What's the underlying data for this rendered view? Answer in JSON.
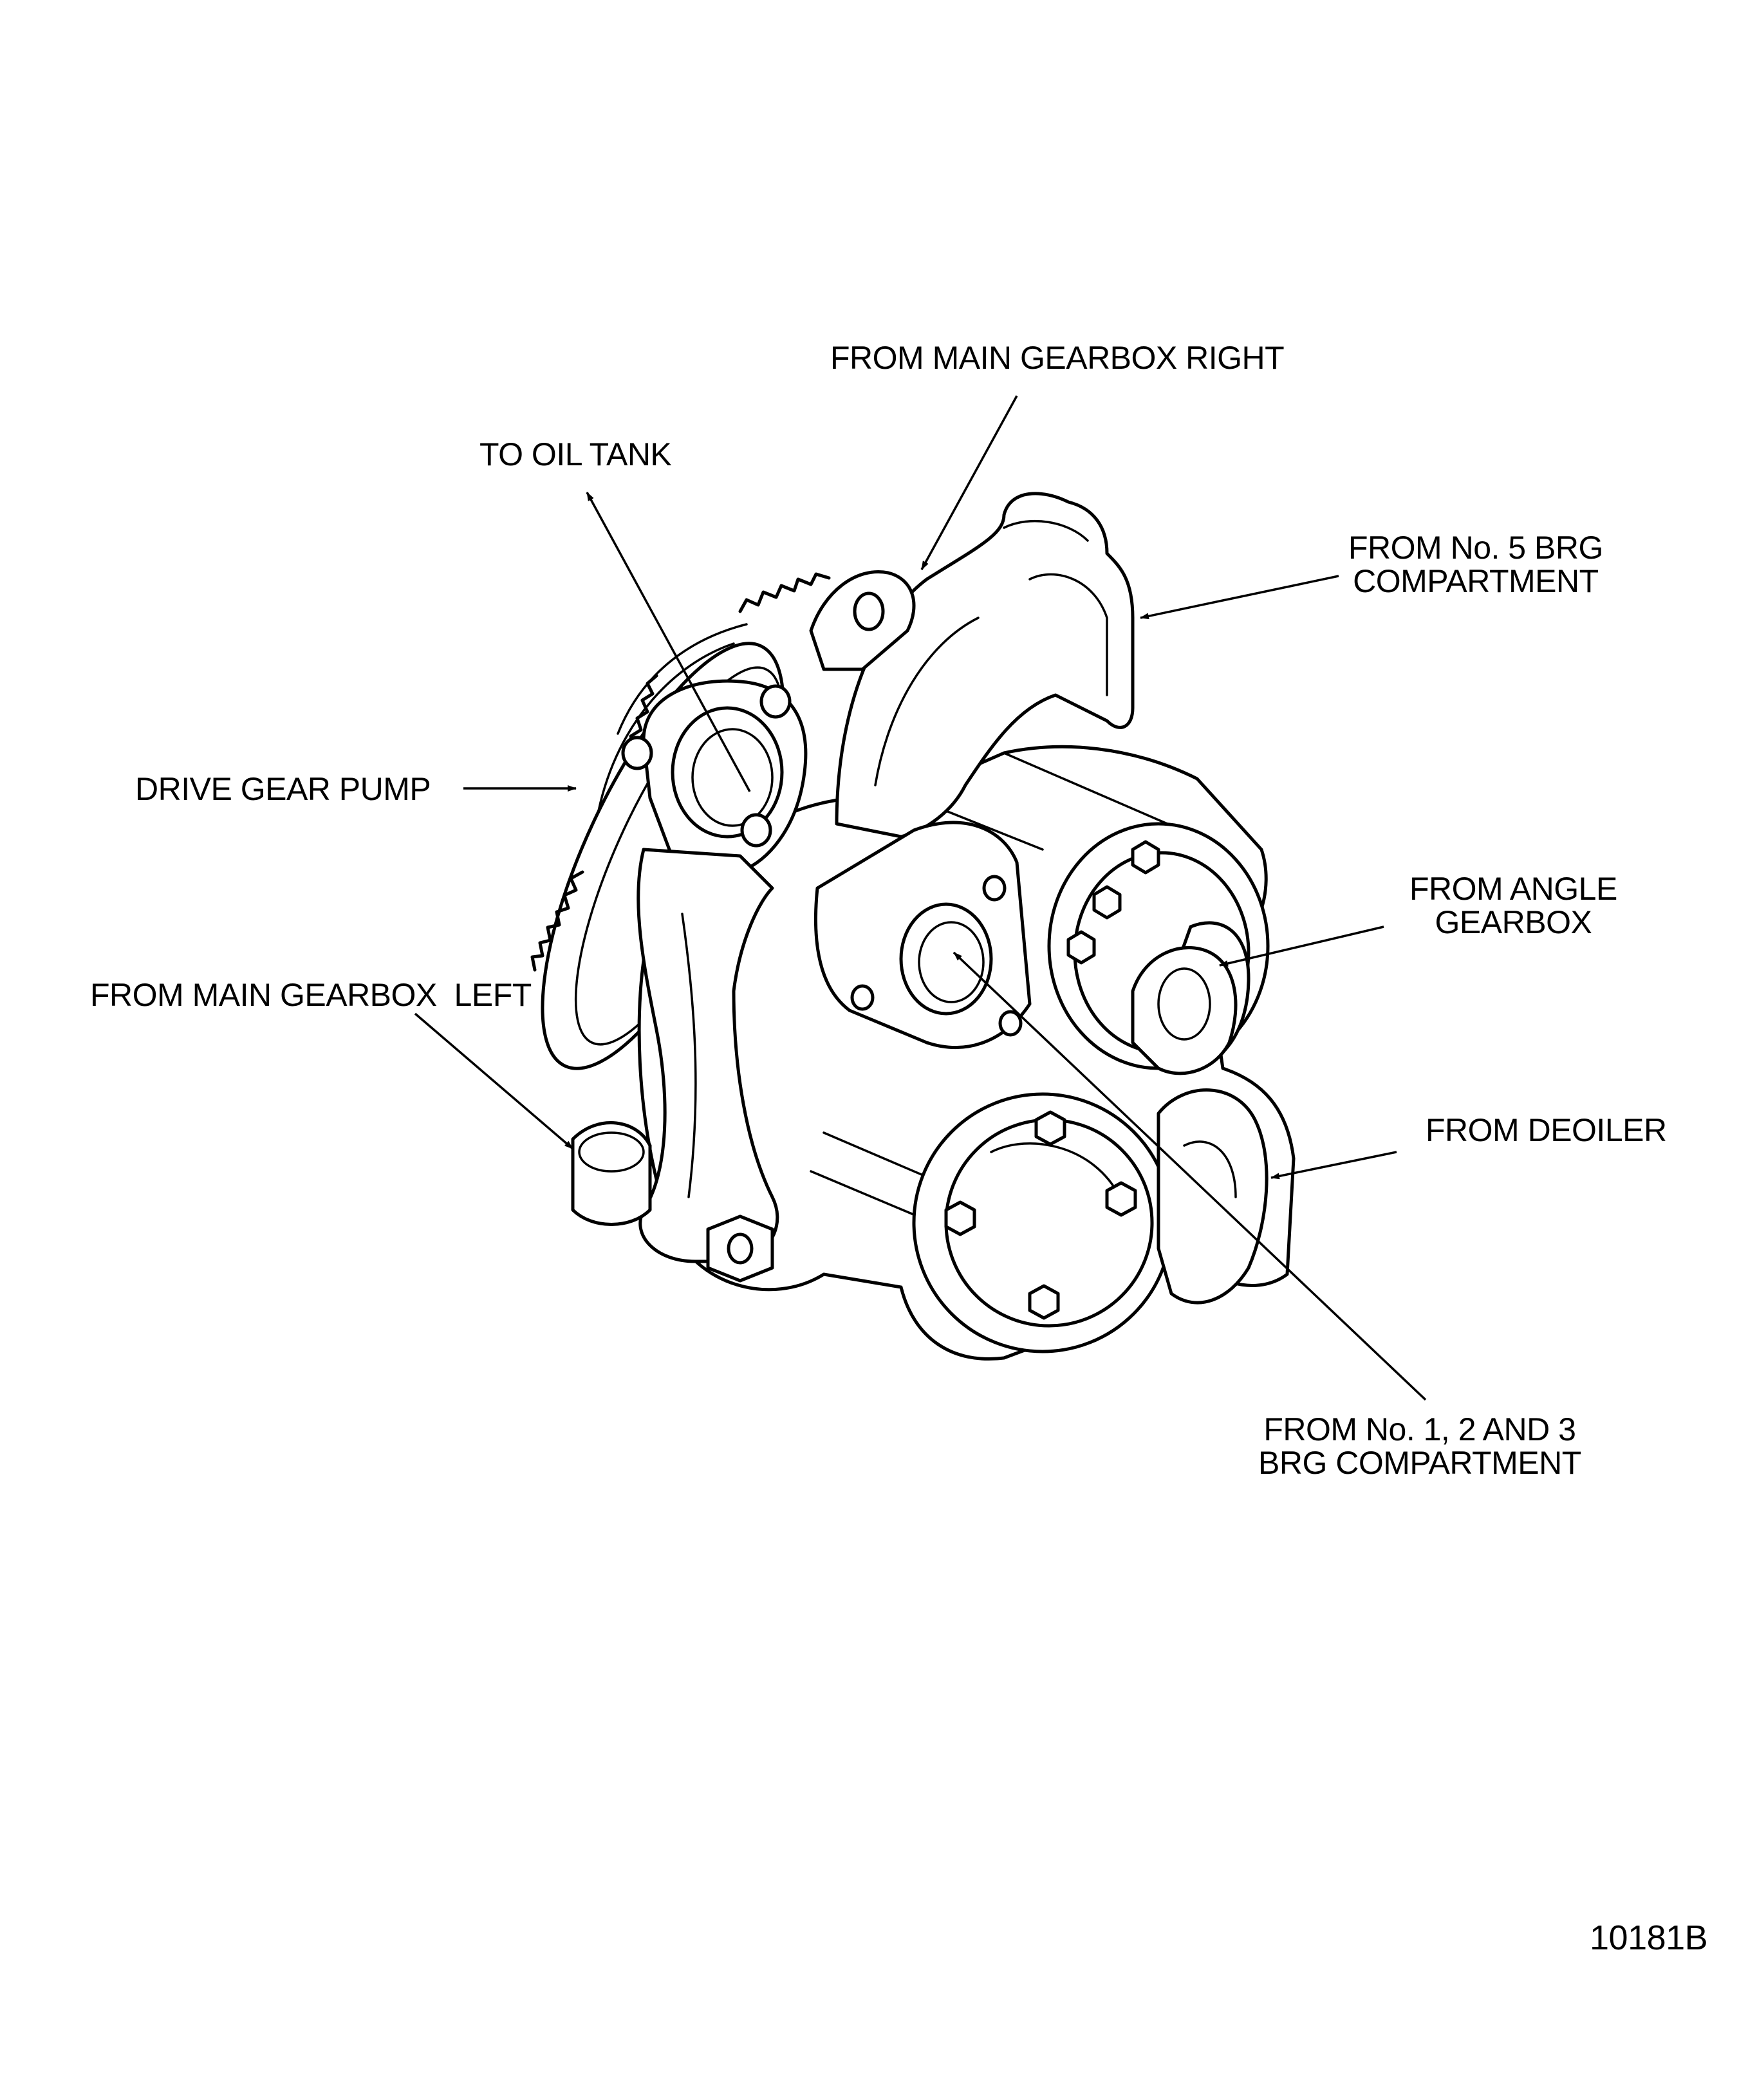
{
  "diagram": {
    "labels": {
      "from_main_gearbox_right": "FROM MAIN GEARBOX RIGHT",
      "to_oil_tank": "TO OIL TANK",
      "from_no5_brg": [
        "FROM No. 5 BRG",
        "COMPARTMENT"
      ],
      "drive_gear_pump": "DRIVE GEAR PUMP",
      "from_angle_gearbox": [
        "FROM ANGLE",
        "GEARBOX"
      ],
      "from_main_gearbox_left": "FROM MAIN GEARBOX  LEFT",
      "from_deoiler": "FROM DEOILER",
      "from_no123_brg": [
        "FROM No. 1, 2 AND 3",
        "BRG COMPARTMENT"
      ]
    },
    "figure_id": "10181B",
    "component_icon": "scavenge-pump-drawing",
    "line_color": "#000000",
    "background": "#ffffff"
  }
}
